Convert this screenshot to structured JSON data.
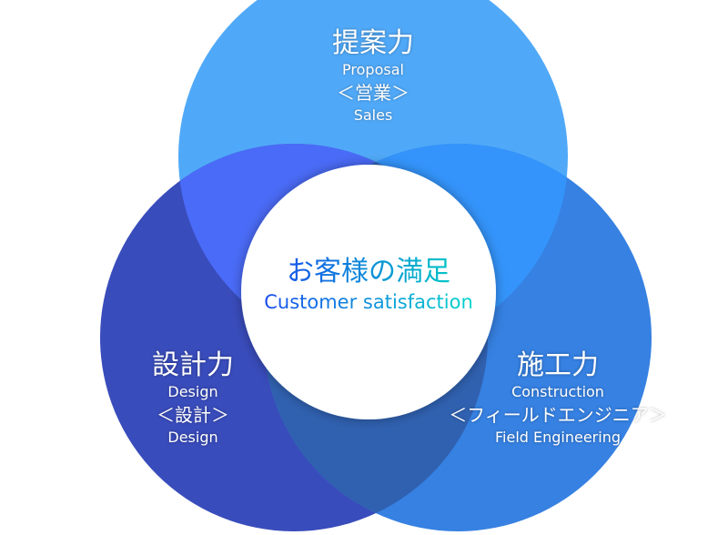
{
  "colors": {
    "top": "#50a9f8",
    "left": "#394cbb",
    "right": "#3681e2",
    "top_left": "#4a6bf7",
    "top_right": "#3494fb",
    "left_right": "#3061b0",
    "center": "#ffffff"
  },
  "top": {
    "title": "提案力",
    "subtitle": "Proposal",
    "dept": "＜営業＞",
    "dept_en": "Sales"
  },
  "left": {
    "title": "設計力",
    "subtitle": "Design",
    "dept": "＜設計＞",
    "dept_en": "Design"
  },
  "right": {
    "title": "施工力",
    "subtitle": "Construction",
    "dept": "＜フィールドエンジニア＞",
    "dept_en": "Field Engineering"
  },
  "center": {
    "title": "お客様の満足",
    "subtitle": "Customer satisfaction"
  }
}
